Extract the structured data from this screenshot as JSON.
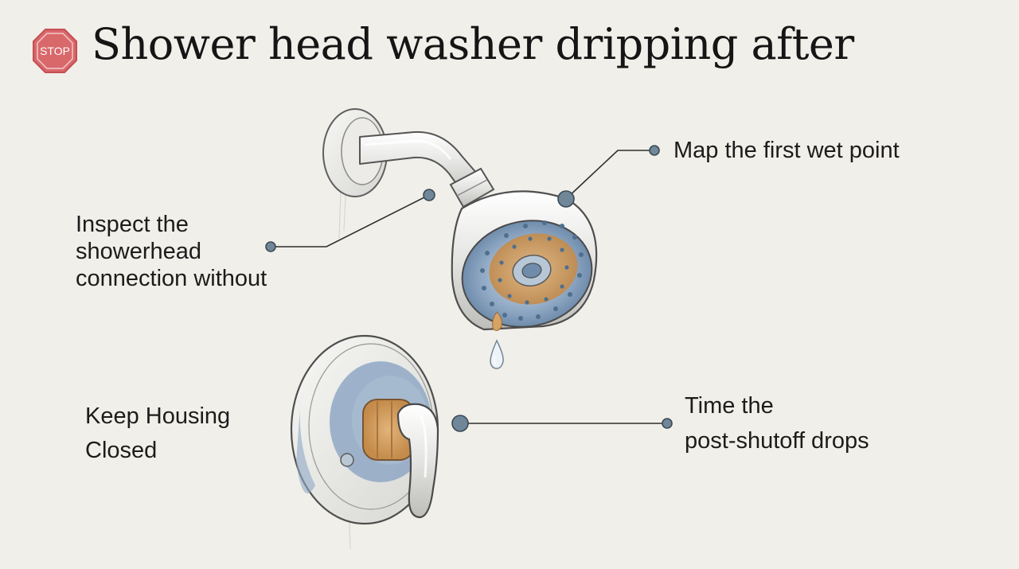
{
  "title": "Shower head washer dripping after",
  "stop_sign": {
    "text": "STOP",
    "color": "#d9686b"
  },
  "callouts": {
    "map": {
      "lines": [
        "Map the first wet point"
      ]
    },
    "inspect": {
      "lines": [
        "Inspect the",
        "showerhead",
        "connection without"
      ]
    },
    "keep": {
      "lines": [
        "Keep Housing",
        "Closed"
      ]
    },
    "time": {
      "lines": [
        "Time the",
        "post-shutoff drops"
      ]
    }
  },
  "colors": {
    "background": "#f1efe9",
    "marker": "#6f8799",
    "faceplate_blue": "#8fa8c4",
    "brass": "#d7a365"
  },
  "icons": [
    "stop-sign-icon",
    "shower-arm-icon",
    "shower-head-icon",
    "water-drop-icon",
    "valve-trim-icon"
  ]
}
